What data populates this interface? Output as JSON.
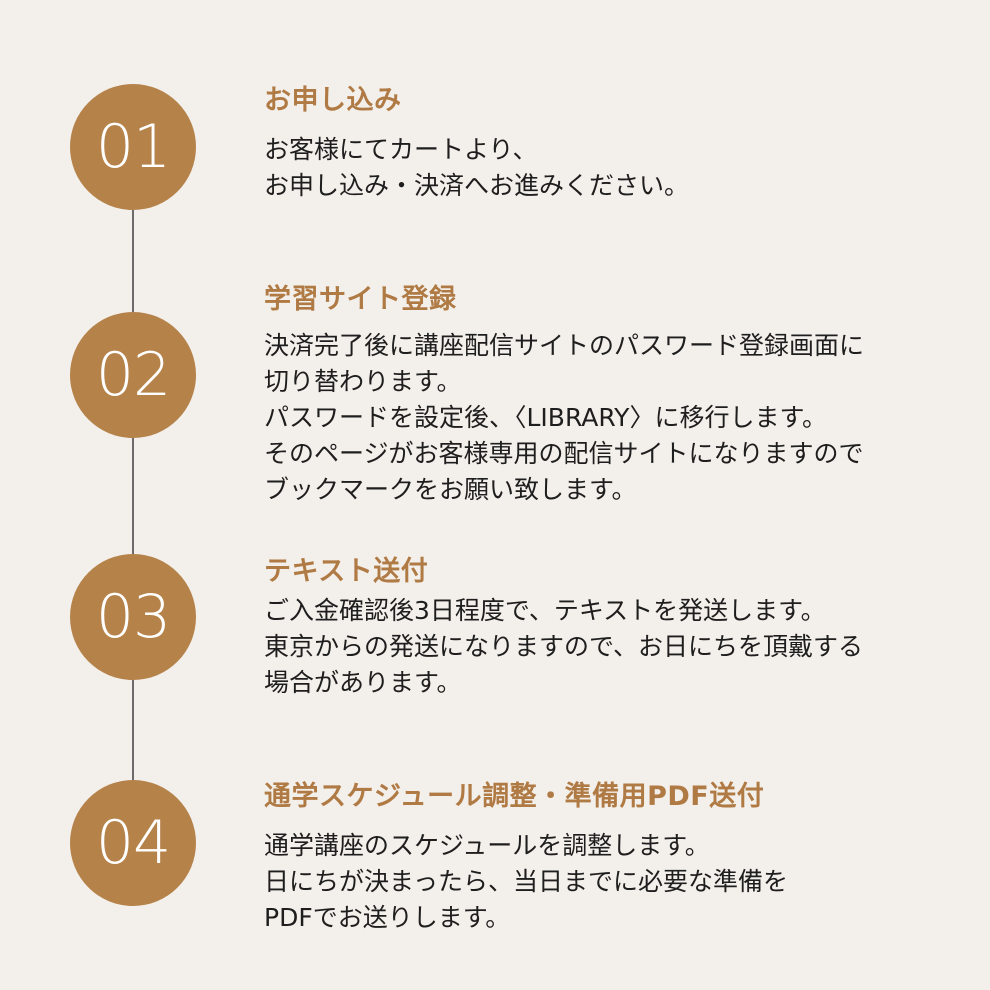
{
  "steps": [
    {
      "number": "01",
      "title": "お申し込み",
      "lines": [
        "お客様にてカートより、",
        "お申し込み・決済へお進みください。"
      ]
    },
    {
      "number": "02",
      "title": "学習サイト登録",
      "lines": [
        "決済完了後に講座配信サイトのパスワード登録画面に",
        "切り替わります。",
        "パスワードを設定後、〈LIBRARY〉に移行します。",
        "そのページがお客様専用の配信サイトになりますので",
        "ブックマークをお願い致します。"
      ]
    },
    {
      "number": "03",
      "title": "テキスト送付",
      "lines": [
        "ご入金確認後3日程度で、テキストを発送します。",
        "東京からの発送になりますので、お日にちを頂戴する",
        "場合があります。"
      ]
    },
    {
      "number": "04",
      "title": "通学スケジュール調整・準備用PDF送付",
      "lines": [
        "通学講座のスケジュールを調整します。",
        "日にちが決まったら、当日までに必要な準備を",
        "PDFでお送りします。"
      ]
    }
  ],
  "colors": {
    "background": "#f3efea",
    "accent": "#b5824a",
    "title": "#b07a44",
    "text": "#1e1e1e",
    "connector": "#6b6b6b"
  }
}
